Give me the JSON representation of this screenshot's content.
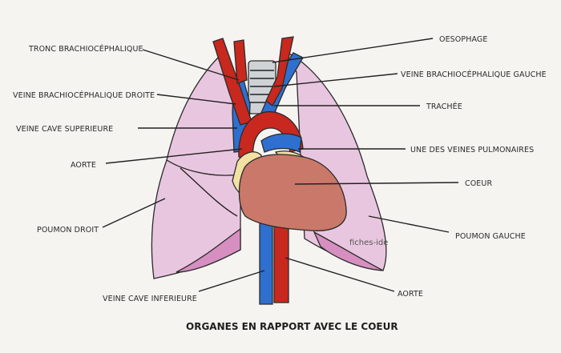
{
  "title": "ORGANES EN RAPPORT AVEC LE COEUR",
  "watermark": "fiches-ide",
  "labels": {
    "tronc": "TRONC BRACHIOCÉPHALIQUE",
    "oesophage": "OESOPHAGE",
    "veine_bc_droite": "VEINE BRACHIOCÉPHALIQUE DROITE",
    "veine_bc_gauche": "VEINE BRACHIOCÉPHALIQUE GAUCHE",
    "trachee": "TRACHÉE",
    "veine_cave_sup": "VEINE CAVE SUPERIEURE",
    "veines_pulm": "UNE DES VEINES PULMONAIRES",
    "aorte_haut": "AORTE",
    "coeur": "COEUR",
    "poumon_droit": "POUMON DROIT",
    "poumon_gauche": "POUMON GAUCHE",
    "veine_cave_inf": "VEINE CAVE INFERIEURE",
    "aorte_bas": "AORTE"
  },
  "colors": {
    "background": "#f5f4f1",
    "lung": "#e9c6df",
    "lung_shade": "#d68fc0",
    "artery": "#c8281e",
    "vein": "#2f6fcf",
    "heart": "#c9786a",
    "atrium": "#f1e2a4",
    "trachea": "#cfd3d6"
  }
}
